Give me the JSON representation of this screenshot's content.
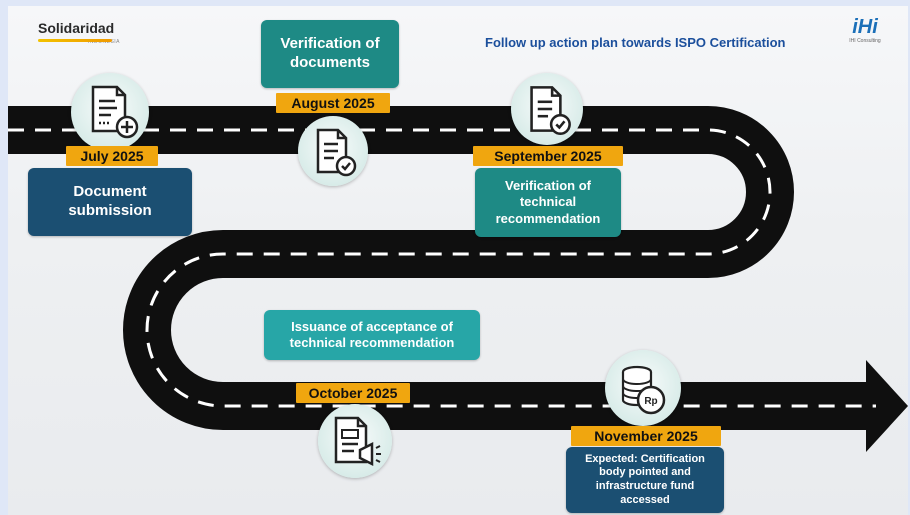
{
  "header": {
    "title": "Follow up action plan towards ISPO Certification",
    "logo_left": {
      "word": "Solidaridad",
      "sub": "INDONESIA"
    },
    "logo_right": {
      "mark": "iHi",
      "caption": "IHI Consulting"
    }
  },
  "milestones": [
    {
      "date": "July 2025",
      "label": "Document submission",
      "icon": "document-plus-icon"
    },
    {
      "date": "August 2025",
      "label": "Verification of documents",
      "icon": "document-check-icon"
    },
    {
      "date": "September 2025",
      "label": "Verification of technical recommendation",
      "icon": "document-check-icon"
    },
    {
      "date": "October 2025",
      "label": "Issuance of acceptance of technical recommendation",
      "icon": "document-megaphone-icon"
    },
    {
      "date": "November 2025",
      "label": "Expected: Certification body pointed and infrastructure fund accessed",
      "icon": "coins-rupiah-icon",
      "coin_text": "Rp"
    }
  ],
  "colors": {
    "road": "#0f0f0f",
    "lane": "#ffffff",
    "date_tag": "#f0a60f",
    "teal": "#1e8a85",
    "navy": "#1b4f72",
    "title_blue": "#1b4f9c"
  }
}
